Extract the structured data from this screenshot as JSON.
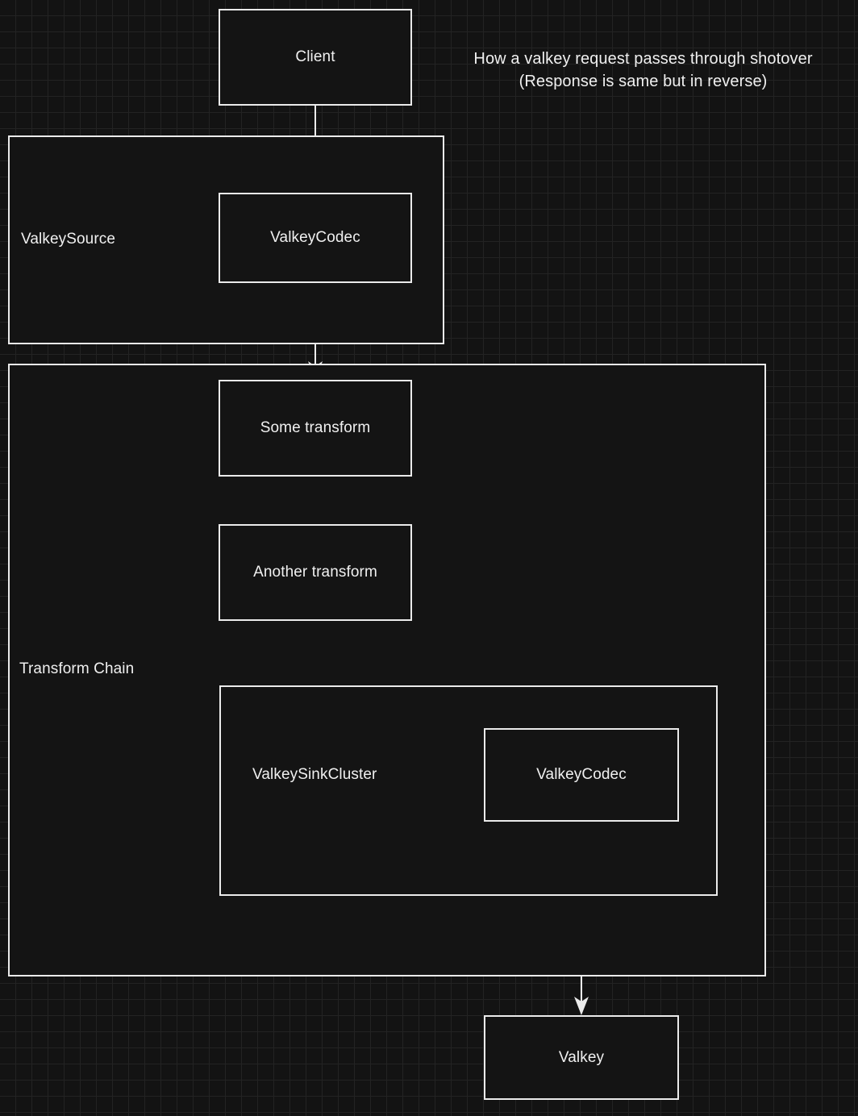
{
  "diagram": {
    "title_line1": "How a valkey request passes through shotover",
    "title_line2": "(Response is same but in reverse)",
    "colors": {
      "background": "#131313",
      "grid_minor": "#232323",
      "grid_major": "#2e2e2e",
      "stroke": "#ebebeb",
      "node_fill": "#141414",
      "text": "#f0f0f0"
    },
    "nodes": {
      "client": "Client",
      "source_codec": "ValkeyCodec",
      "some_transform": "Some transform",
      "another_transform": "Another transform",
      "sink_codec": "ValkeyCodec",
      "valkey": "Valkey"
    },
    "groups": {
      "valkey_source": "ValkeySource",
      "transform_chain": "Transform Chain",
      "valkey_sink_cluster": "ValkeySinkCluster"
    },
    "edges": [
      {
        "from": "Client",
        "to": "ValkeyCodec (source)",
        "kind": "vertical-arrow"
      },
      {
        "from": "ValkeyCodec (source)",
        "to": "Some transform",
        "kind": "vertical-arrow"
      },
      {
        "from": "Some transform",
        "to": "Another transform",
        "kind": "vertical-arrow"
      },
      {
        "from": "Another transform",
        "to": "ValkeySinkCluster",
        "kind": "elbow-arrow"
      },
      {
        "from": "ValkeySinkCluster",
        "to": "ValkeyCodec (sink)",
        "kind": "horizontal-arrow"
      },
      {
        "from": "ValkeyCodec (sink)",
        "to": "Valkey",
        "kind": "vertical-arrow"
      }
    ]
  }
}
